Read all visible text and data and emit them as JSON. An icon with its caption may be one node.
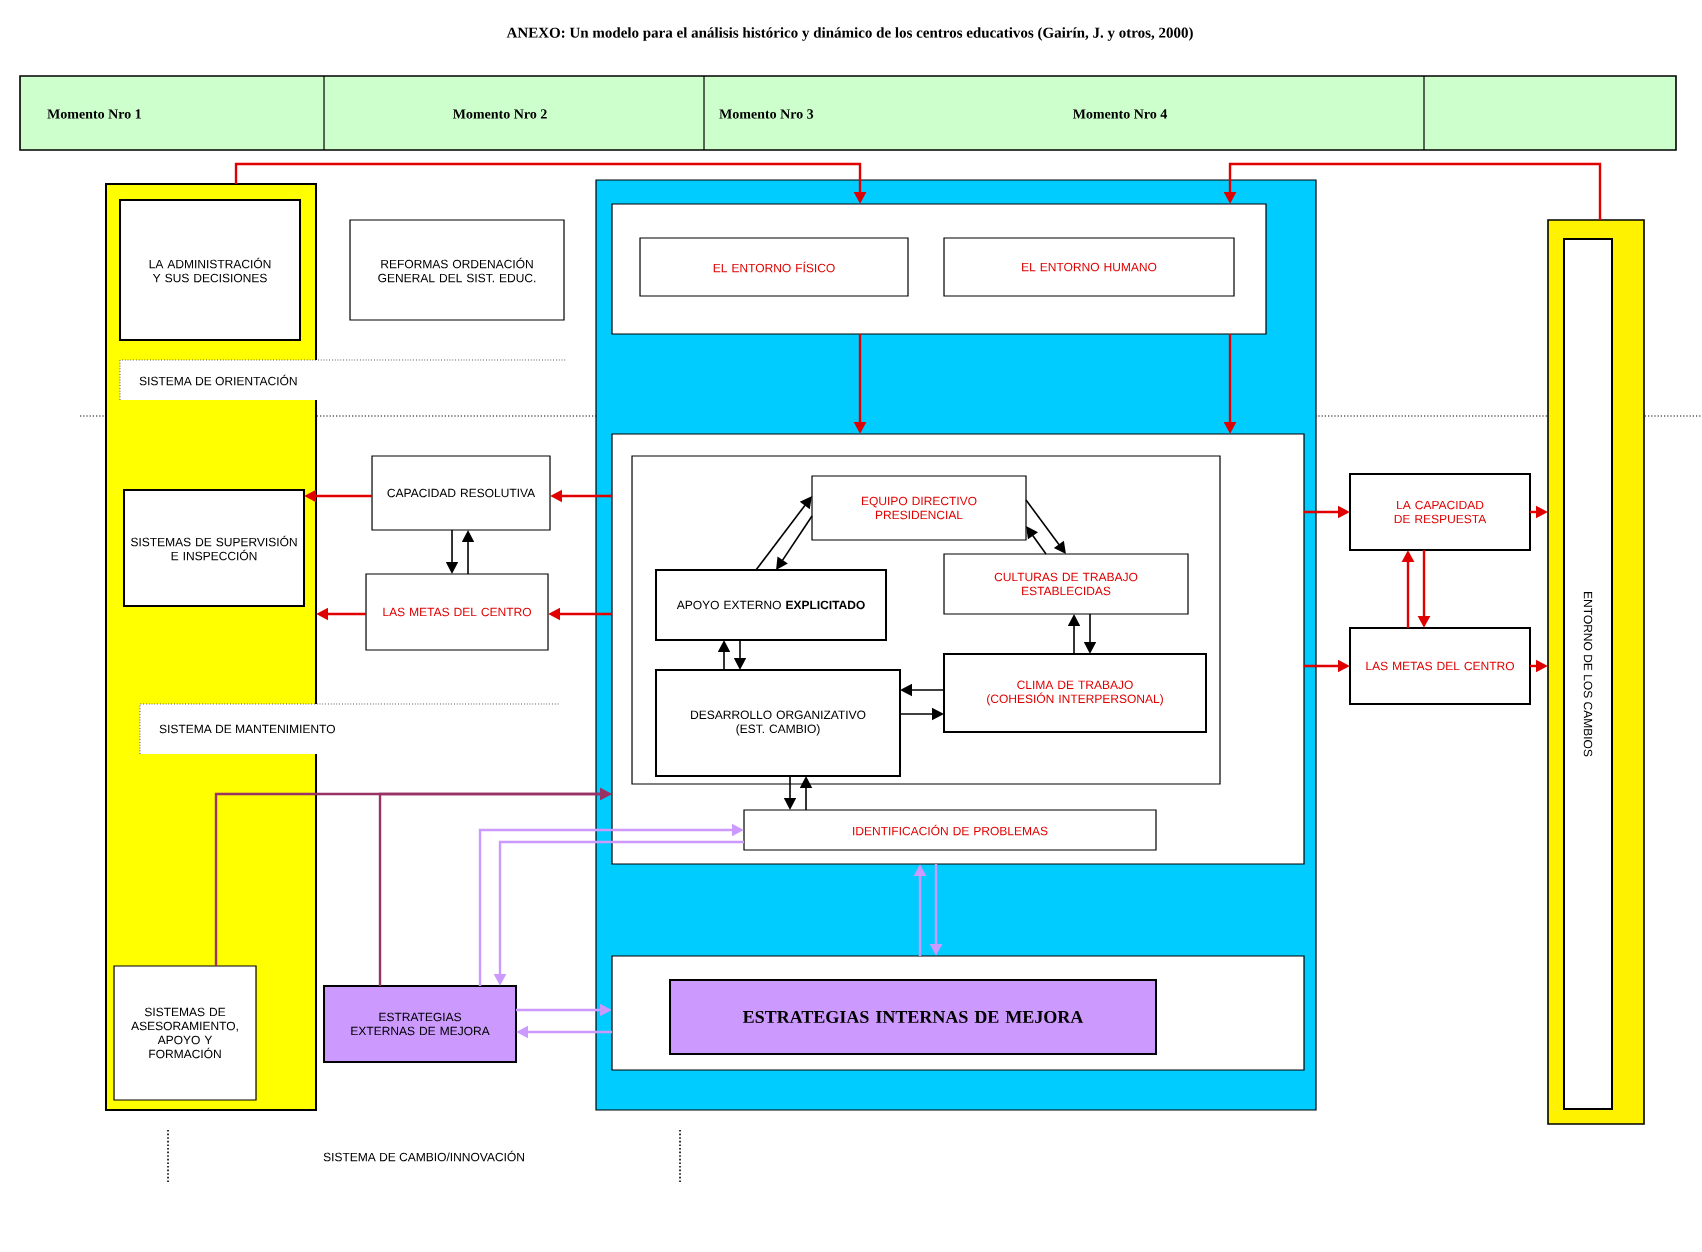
{
  "diagram": {
    "title": "ANEXO: Un modelo para el análisis histórico y dinámico de los centros educativos (Gairín, J. y otros, 2000)",
    "nodes": [
      {
        "text": [],
        "shape": "box"
      },
      {
        "text": [
          "LA ADMINISTRACIÓN Y SUS DECISIONES"
        ],
        "in": 0
      },
      {
        "text": [
          "SISTEMAS DE SUPERVISIÓN E INSPECCIÓN"
        ],
        "in": 0
      },
      {
        "text": [
          "SISTEMAS DE ASESORAMIENTO, APOYO Y FORMACIÓN"
        ],
        "in": 0
      },
      {
        "text": [
          "REFORMAS ORDENACIÓN GENERAL DEL SIST. EDUC."
        ]
      },
      {
        "text": [
          "CAPACIDAD RESOLUTIVA"
        ]
      },
      {
        "text": [
          "LAS METAS DEL CENTRO"
        ]
      },
      {
        "text": [],
        "shape": "box"
      },
      {
        "text": [],
        "shape": "box",
        "in": 7
      },
      {
        "text": [
          "EL ENTORNO FÍSICO"
        ],
        "in": 8
      },
      {
        "text": [
          "EL ENTORNO HUMANO"
        ],
        "in": 8
      },
      {
        "text": [],
        "shape": "box",
        "in": 7
      },
      {
        "text": [],
        "shape": "box",
        "in": 11
      },
      {
        "text": [
          "EQUIPO DIRECTIVO PRESIDENCIAL"
        ],
        "in": 12
      },
      {
        "text": [
          "CULTURAS DE TRABAJO ESTABLECIDAS"
        ],
        "in": 12
      },
      {
        "text": [
          "APOYO EXTERNO **EXPLICITADO**"
        ],
        "in": 12
      },
      {
        "text": [
          "CLIMA DE TRABAJO (COHESIÓN INTERPERSONAL)"
        ],
        "in": 12
      },
      {
        "text": [
          "DESARROLLO ORGANIZATIVO (EST. CAMBIO)"
        ],
        "in": 12
      },
      {
        "text": [
          "IDENTIFICACIÓN DE PROBLEMAS"
        ],
        "in": 11
      },
      {
        "text": [],
        "shape": "box",
        "in": 7
      },
      {
        "text": [
          "ESTRATEGIAS INTERNAS DE MEJORA"
        ],
        "in": 19
      },
      {
        "text": [
          "ESTRATEGIAS EXTERNAS DE MEJORA"
        ]
      },
      {
        "text": [
          "LA CAPACIDAD DE RESPUESTA"
        ]
      },
      {
        "text": [
          "LAS METAS DEL CENTRO"
        ]
      },
      {
        "text": [
          "ENTORNO DE LOS CAMBIOS"
        ]
      }
    ],
    "edges": [
      {
        "from": 0,
        "to": 8,
        "arrow": "to"
      },
      {
        "from": 24,
        "to": 8,
        "arrow": "to"
      },
      {
        "from": 8,
        "to": 11,
        "arrow": "to"
      },
      {
        "from": 8,
        "to": 11,
        "arrow": "to"
      },
      {
        "from": 11,
        "to": 5,
        "arrow": "to"
      },
      {
        "from": 11,
        "to": 6,
        "arrow": "to"
      },
      {
        "from": 5,
        "to": 2,
        "arrow": "to"
      },
      {
        "from": 6,
        "to": 0,
        "arrow": "to"
      },
      {
        "from": 5,
        "to": 6,
        "arrow": "to",
        "color": "#000000"
      },
      {
        "from": 6,
        "to": 5,
        "arrow": "to",
        "color": "#000000"
      },
      {
        "from": 11,
        "to": 22,
        "arrow": "to"
      },
      {
        "from": 11,
        "to": 23,
        "arrow": "to"
      },
      {
        "from": 22,
        "to": 24,
        "arrow": "to"
      },
      {
        "from": 23,
        "to": 24,
        "arrow": "to"
      },
      {
        "from": 22,
        "to": 23,
        "arrow": "to"
      },
      {
        "from": 23,
        "to": 22,
        "arrow": "to"
      },
      {
        "from": 13,
        "to": 15,
        "arrow": "to",
        "color": "#000000"
      },
      {
        "from": 15,
        "to": 13,
        "arrow": "to",
        "color": "#000000"
      },
      {
        "from": 13,
        "to": 14,
        "arrow": "to",
        "color": "#000000"
      },
      {
        "from": 14,
        "to": 13,
        "arrow": "to",
        "color": "#000000"
      },
      {
        "from": 14,
        "to": 16,
        "arrow": "to",
        "color": "#000000"
      },
      {
        "from": 16,
        "to": 14,
        "arrow": "to",
        "color": "#000000"
      },
      {
        "from": 16,
        "to": 17,
        "arrow": "to",
        "color": "#000000"
      },
      {
        "from": 17,
        "to": 16,
        "arrow": "to",
        "color": "#000000"
      },
      {
        "from": 15,
        "to": 17,
        "arrow": "to",
        "color": "#000000"
      },
      {
        "from": 17,
        "to": 15,
        "arrow": "to",
        "color": "#000000"
      },
      {
        "from": 17,
        "to": 18,
        "arrow": "to",
        "color": "#000000"
      },
      {
        "from": 18,
        "to": 17,
        "arrow": "to",
        "color": "#000000"
      },
      {
        "from": 3,
        "to": 11,
        "arrow": "to",
        "color": "#993366"
      },
      {
        "from": 21,
        "to": 11,
        "arrow": "to",
        "color": "#993366"
      },
      {
        "from": 21,
        "to": 18,
        "arrow": "to",
        "color": "#cc99ff"
      },
      {
        "from": 18,
        "to": 21,
        "arrow": "to",
        "color": "#cc99ff"
      },
      {
        "from": 11,
        "to": 19,
        "arrow": "to",
        "color": "#cc99ff"
      },
      {
        "from": 19,
        "to": 11,
        "arrow": "to",
        "color": "#cc99ff"
      },
      {
        "from": 21,
        "to": 19,
        "arrow": "to",
        "color": "#cc99ff"
      },
      {
        "from": 19,
        "to": 21,
        "arrow": "to",
        "color": "#cc99ff"
      }
    ],
    "labels": [
      "Momento Nro 1",
      "Momento Nro 2",
      "Momento Nro 3",
      "Momento Nro 4",
      "SISTEMA DE ORIENTACIÓN",
      "SISTEMA DE MANTENIMIENTO",
      "SISTEMA DE CAMBIO/INNOVACIÓN"
    ]
  }
}
